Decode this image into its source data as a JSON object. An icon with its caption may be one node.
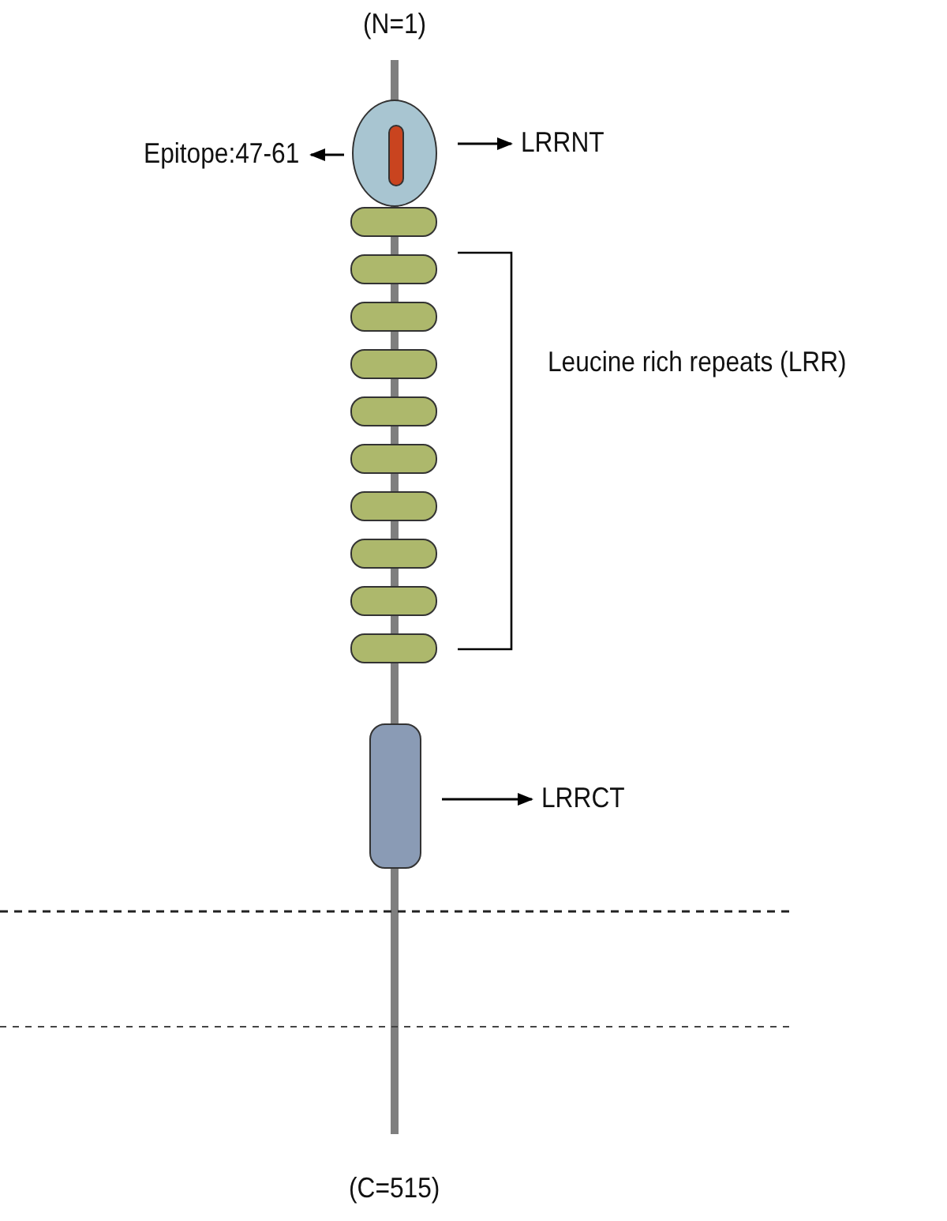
{
  "diagram": {
    "nodes": [
      {
        "text": [],
        "shape": "oval"
      },
      {
        "text": [],
        "shape": "bar",
        "in": 0
      },
      {
        "text": [
          "Epitope:47-61"
        ]
      },
      {
        "text": [
          "LRRNT"
        ]
      },
      {
        "text": [],
        "shape": "box"
      },
      {
        "text": [],
        "shape": "box"
      },
      {
        "text": [],
        "shape": "box"
      },
      {
        "text": [],
        "shape": "box"
      },
      {
        "text": [],
        "shape": "box"
      },
      {
        "text": [],
        "shape": "box"
      },
      {
        "text": [],
        "shape": "box"
      },
      {
        "text": [],
        "shape": "box"
      },
      {
        "text": [],
        "shape": "box"
      },
      {
        "text": [],
        "shape": "box"
      },
      {
        "text": [],
        "shape": "box"
      },
      {
        "text": [
          "LRRCT"
        ]
      }
    ],
    "edges": [
      {
        "from": 0,
        "to": 2,
        "arrow": "to"
      },
      {
        "from": 0,
        "to": 3,
        "arrow": "to"
      },
      {
        "from": 14,
        "to": 15,
        "arrow": "to"
      }
    ],
    "labels": [
      "(N=1)",
      "Leucine rich repeats (LRR)",
      "(C=515)"
    ]
  }
}
